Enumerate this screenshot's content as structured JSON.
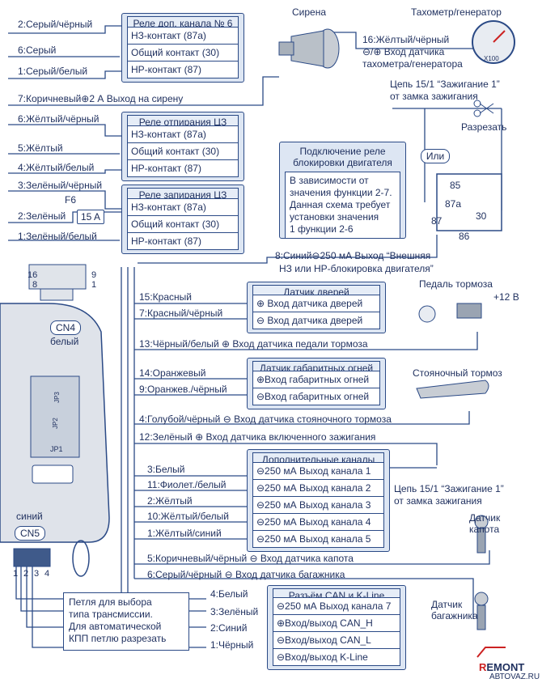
{
  "relay6": {
    "title": "Реле доп. канала № 6",
    "rows": [
      "НЗ-контакт (87а)",
      "Общий контакт (30)",
      "НР-контакт (87)"
    ],
    "wires": [
      "2:Серый/чёрный",
      "6:Серый",
      "1:Серый/белый"
    ]
  },
  "siren": {
    "title": "Сирена",
    "wire": "7:Коричневый⊕2 А Выход на сирену"
  },
  "tacho": {
    "title": "Тахометр/генератор",
    "dial": "X100",
    "wire": "16:Жёлтый/чёрный",
    "input1": "⊖/⊕ Вход датчика",
    "input2": "тахометра/генератора"
  },
  "ignition_top": {
    "line1": "Цепь 15/1 “Зажигание 1”",
    "line2": "от замка зажигания",
    "cut": "Разрезать",
    "or": "Или"
  },
  "relay_unlock": {
    "title": "Реле отпирания ЦЗ",
    "rows": [
      "НЗ-контакт (87а)",
      "Общий контакт (30)",
      "НР-контакт (87)"
    ],
    "wires": [
      "6:Жёлтый/чёрный",
      "5:Жёлтый",
      "4:Жёлтый/белый"
    ]
  },
  "block_relay": {
    "title": "Подключение реле блокировки двигателя",
    "body": [
      "В зависимости от",
      "значения функции 2-7.",
      "Данная схема требует",
      "установки значения",
      "1 функции 2-6"
    ],
    "pins": [
      "85",
      "87а",
      "87",
      "30",
      "86"
    ]
  },
  "relay_lock": {
    "title": "Реле запирания ЦЗ",
    "rows": [
      "НЗ-контакт (87а)",
      "Общий контакт (30)",
      "НР-контакт (87)"
    ],
    "wires": [
      "3:Зелёный/чёрный",
      "2:Зелёный",
      "1:Зелёный/белый"
    ],
    "fuse": "F6",
    "fuse_rating": "15 A"
  },
  "immob_wire": {
    "line1": "8:Синий⊖250 мА Выход “Внешняя",
    "line2": "НЗ или НР-блокировка двигателя”"
  },
  "cn4": {
    "pins": [
      "16",
      "8",
      "9",
      "1"
    ],
    "name": "CN4",
    "color": "белый"
  },
  "door": {
    "title": "Датчик дверей",
    "rows": [
      "⊕ Вход датчика дверей",
      "⊖ Вход датчика дверей"
    ],
    "wires": [
      "15:Красный",
      "7:Красный/чёрный"
    ],
    "brake_wire": "13:Чёрный/белый ⊕ Вход датчика педали тормоза",
    "brake_pedal": "Педаль тормоза",
    "plus12": "+12 В"
  },
  "parking": {
    "title": "Датчик габаритных огней",
    "rows": [
      "⊕Вход габаритных огней",
      "⊖Вход габаритных огней"
    ],
    "wires": [
      "14:Оранжевый",
      "9:Оранжев./чёрный"
    ],
    "hand_brake": "Стояночный тормоз",
    "hand_wire": "4:Голубой/чёрный ⊖ Вход датчика стояночного тормоза",
    "ign_wire": "12:Зелёный ⊕ Вход датчика включенного зажигания"
  },
  "jumpers": [
    "JP3",
    "JP2",
    "JP1"
  ],
  "channels": {
    "title": "Дополнительные каналы",
    "rows": [
      "⊖250 мА Выход канала 1",
      "⊖250 мА Выход канала 2",
      "⊖250 мА Выход канала 3",
      "⊖250 мА Выход канала 4",
      "⊖250 мА Выход канала 5"
    ],
    "wires": [
      "3:Белый",
      "11:Фиолет./белый",
      "2:Жёлтый",
      "10:Жёлтый/белый",
      "1:Жёлтый/синий"
    ],
    "ign1": "Цепь 15/1 “Зажигание 1”",
    "ign2": "от замка зажигания"
  },
  "cn5": {
    "color": "синий",
    "name": "CN5",
    "pins": [
      "1",
      "2",
      "3",
      "4"
    ]
  },
  "hood": {
    "label1": "Датчик",
    "label2": "капота",
    "wire": "5:Коричневый/чёрный ⊖ Вход датчика капота"
  },
  "trunk": {
    "label1": "Датчик",
    "label2": "багажника",
    "wire": "6:Серый/чёрный ⊖ Вход датчика багажника"
  },
  "loop_note": [
    "Петля для выбора",
    "типа трансмиссии.",
    "Для автоматической",
    "КПП петлю разрезать"
  ],
  "can": {
    "title": "Разъём CAN и K-Line",
    "rows": [
      "⊖250 мА Выход канала 7",
      "⊕Вход/выход CAN_H",
      "⊖Вход/выход CAN_L",
      "⊖Вход/выход K-Line"
    ],
    "wires": [
      "4:Белый",
      "3:Зелёный",
      "2:Синий",
      "1:Чёрный"
    ]
  },
  "watermark": {
    "brand_r": "R",
    "brand_rest": "EMONT",
    "site": "АВТОVAZ.RU"
  },
  "colors": {
    "line": "#2b4a86",
    "panel": "#dde6f3",
    "text": "#1e2f5e",
    "device": "#c8cdd4",
    "accent_red": "#cc2222"
  }
}
